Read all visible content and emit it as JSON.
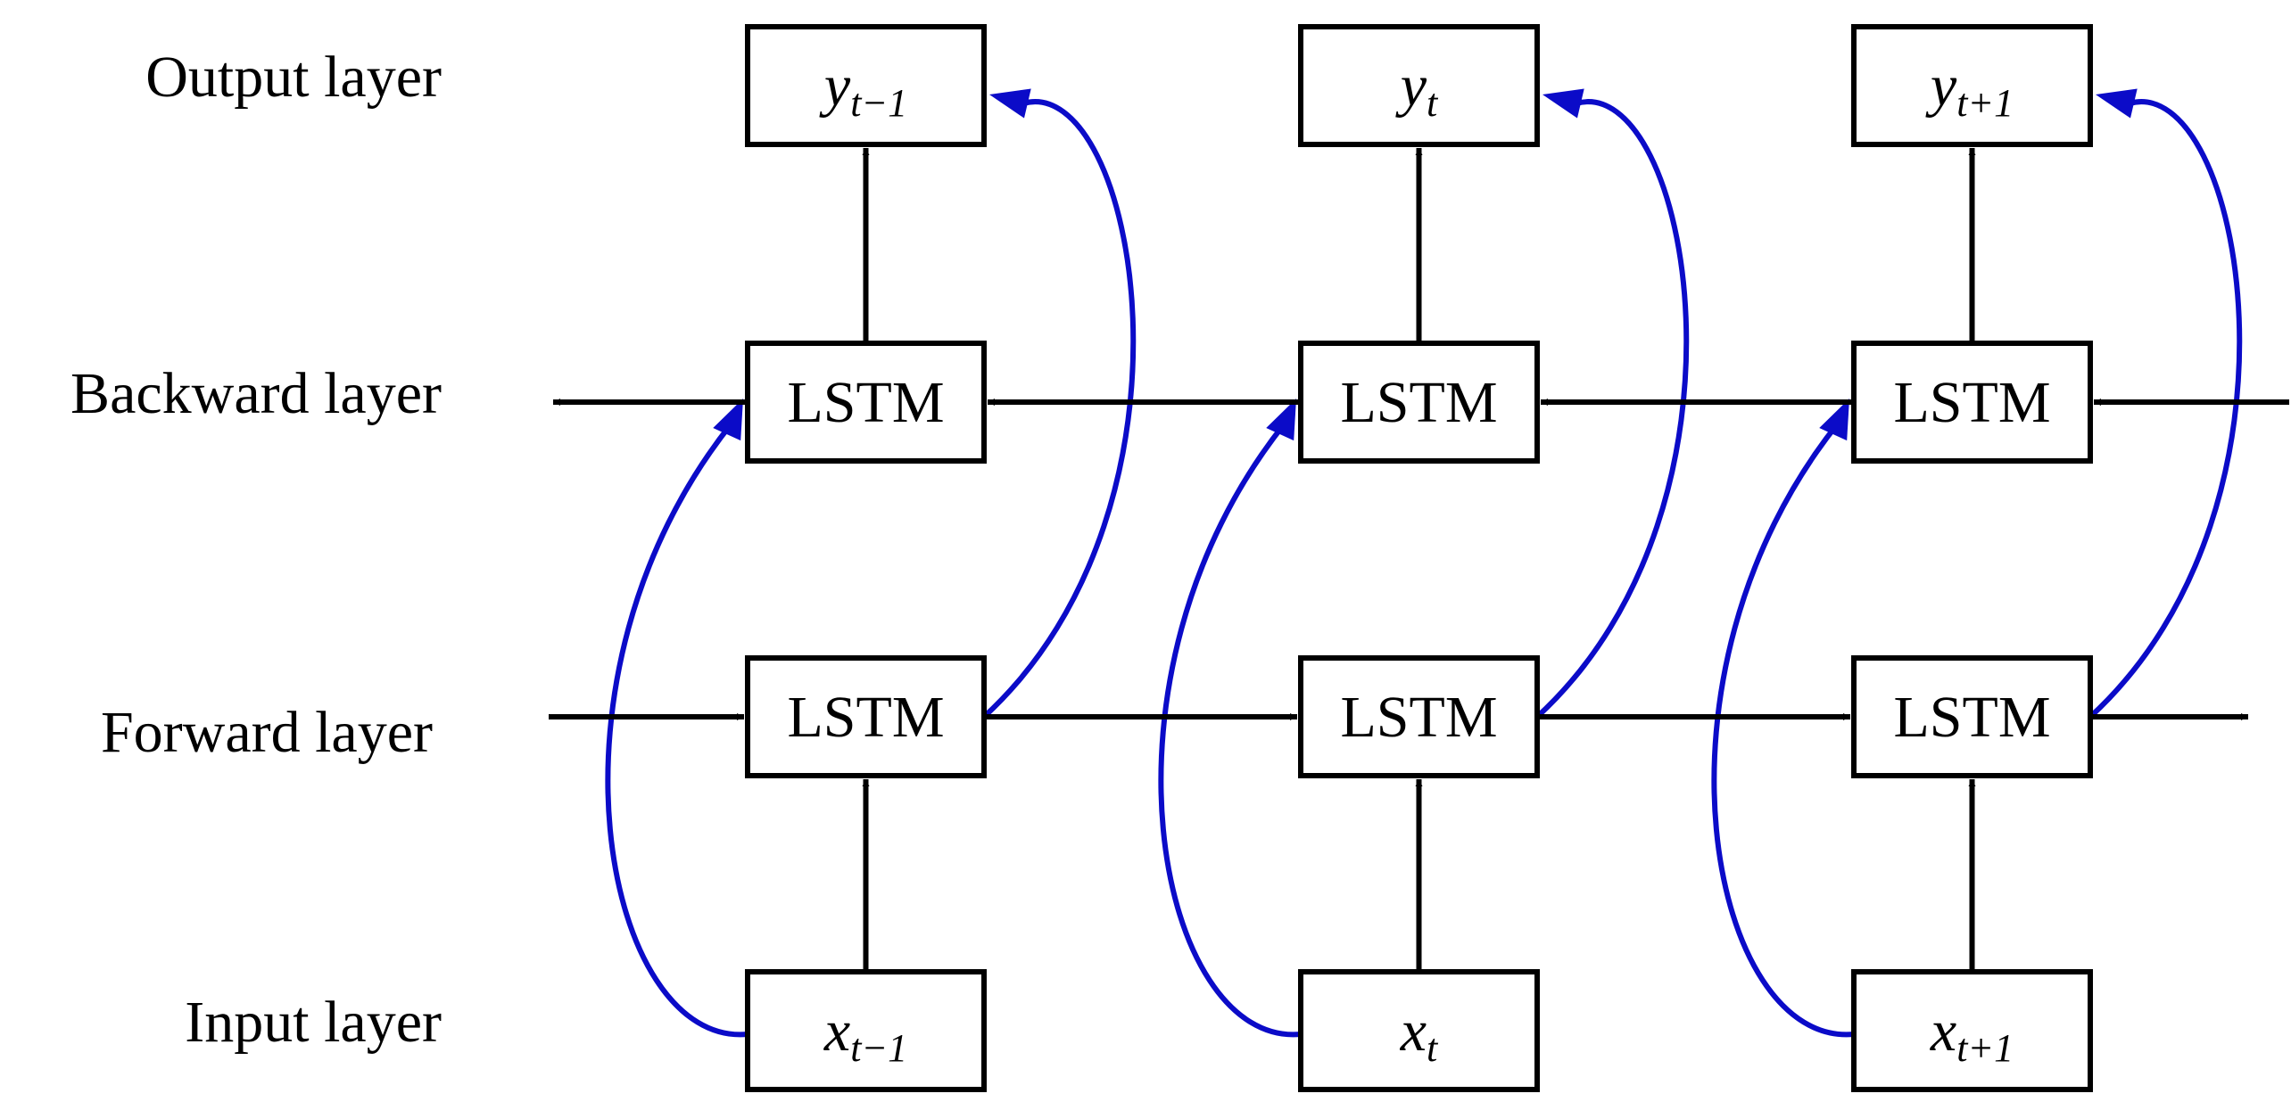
{
  "row_labels": {
    "output": "Output layer",
    "backward": "Backward layer",
    "forward": "Forward layer",
    "input": "Input layer"
  },
  "cell_label": "LSTM",
  "timesteps": [
    {
      "output_var": "y",
      "output_sub": "t−1",
      "input_var": "x",
      "input_sub": "t−1"
    },
    {
      "output_var": "y",
      "output_sub": "t",
      "input_var": "x",
      "input_sub": "t"
    },
    {
      "output_var": "y",
      "output_sub": "t+1",
      "input_var": "x",
      "input_sub": "t+1"
    }
  ],
  "colors": {
    "skip_connection": "#0b0bc8",
    "arrow": "#000000",
    "box_border": "#000000"
  }
}
